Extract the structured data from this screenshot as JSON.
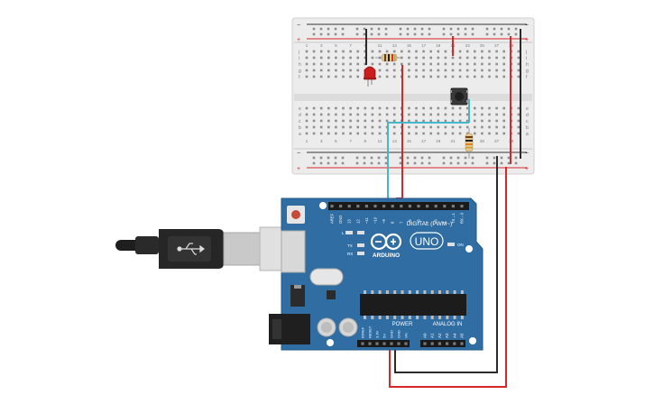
{
  "colors": {
    "board": "#2f6da3",
    "board_edge": "#24598a",
    "breadboard": "#e9e9e9",
    "breadboard_mid": "#dcdcdc",
    "rail_red": "#d9282a",
    "rail_black": "#333333",
    "wire_red": "#d72828",
    "wire_black": "#2b2b2b",
    "wire_cyan": "#45b7c8",
    "led_red": "#cc1d1d"
  },
  "breadboard": {
    "row_letters_top": [
      "j",
      "i",
      "h",
      "g",
      "f"
    ],
    "row_letters_bottom": [
      "e",
      "d",
      "c",
      "b",
      "a"
    ],
    "plus": "+",
    "minus": "−",
    "column_numbers": [
      "1",
      "3",
      "5",
      "7",
      "9",
      "11",
      "13",
      "15",
      "17",
      "19",
      "21",
      "23",
      "25",
      "27",
      "29"
    ]
  },
  "arduino": {
    "digital_label": "DIGITAL (PWM~)",
    "power_label": "POWER",
    "analog_label": "ANALOG IN",
    "brand": "ARDUINO",
    "model": "UNO",
    "on_label": "ON",
    "led_l": "L",
    "led_tx": "TX",
    "led_rx": "RX",
    "digital_pins": [
      "AREF",
      "GND",
      "13",
      "12",
      "~11",
      "~10",
      "~9",
      "8",
      "7",
      "~6",
      "~5",
      "4",
      "~3",
      "2",
      "TX→1",
      "RX←0"
    ],
    "power_pins": [
      "IOREF",
      "RESET",
      "3.3V",
      "5V",
      "GND",
      "GND",
      "Vin"
    ],
    "analog_pins": [
      "A0",
      "A1",
      "A2",
      "A3",
      "A4",
      "A5"
    ]
  }
}
